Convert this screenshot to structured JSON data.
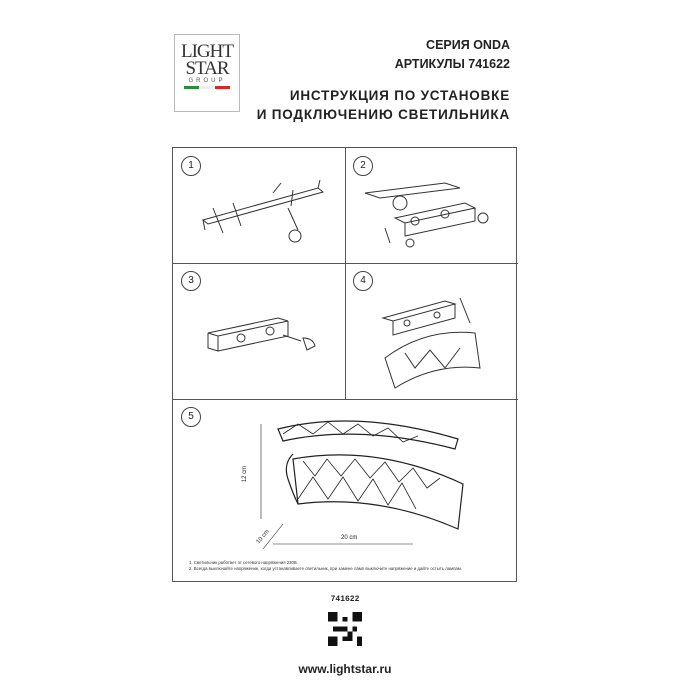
{
  "logo": {
    "line1": "LIGHT",
    "line2": "STAR",
    "line3": "GROUP",
    "flag_colors": [
      "#2e8b3e",
      "#ffffff",
      "#d22a2a"
    ]
  },
  "header": {
    "series": "СЕРИЯ ONDA",
    "article": "АРТИКУЛЫ 741622",
    "title_line1": "ИНСТРУКЦИЯ ПО УСТАНОВКЕ",
    "title_line2": "И ПОДКЛЮЧЕНИЮ СВЕТИЛЬНИКА"
  },
  "steps": [
    {
      "number": "1"
    },
    {
      "number": "2"
    },
    {
      "number": "3"
    },
    {
      "number": "4"
    },
    {
      "number": "5"
    }
  ],
  "dimensions": {
    "height": "12 cm",
    "depth": "10 cm",
    "width": "20 cm"
  },
  "notes": [
    "1. Светильник работает от сетевого напряжения 230В.",
    "2. Всегда выключайте напряжение, когда устанавливаете светильник, при замене ламп выключите напряжение и дайте остыть лампам."
  ],
  "footer": {
    "article": "741622",
    "website": "www.lightstar.ru"
  }
}
